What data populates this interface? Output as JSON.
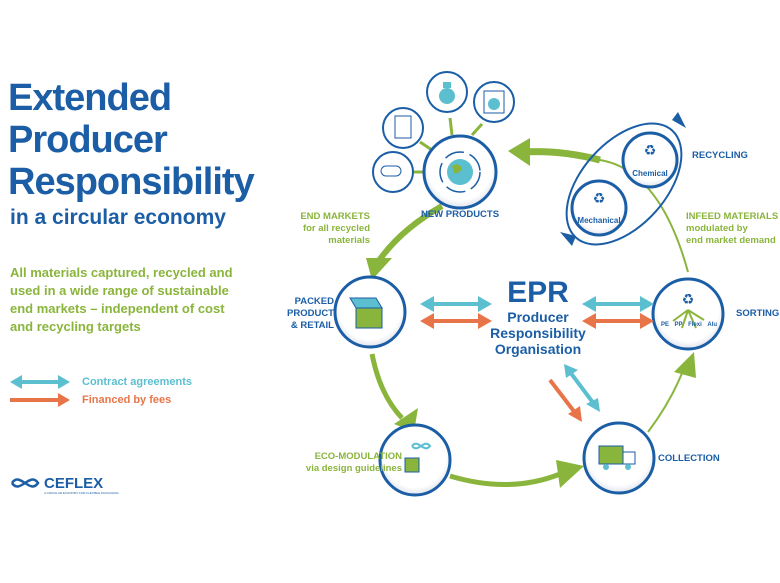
{
  "title": {
    "line1": "Extended",
    "line2": "Producer",
    "line3": "Responsibility",
    "subtitle": "in a circular economy"
  },
  "description": [
    "All materials captured, recycled and",
    "used in a wide range of sustainable",
    "end markets – independent of cost",
    "and recycling targets"
  ],
  "legend": {
    "contract": "Contract agreements",
    "fees": "Financed by fees"
  },
  "logo": {
    "name": "CEFLEX",
    "tagline": "A CIRCULAR ECONOMY FOR FLEXIBLE PACKAGING"
  },
  "center": {
    "acronym": "EPR",
    "line1": "Producer",
    "line2": "Responsibility",
    "line3": "Organisation"
  },
  "nodes": {
    "new_products": "NEW PRODUCTS",
    "recycling": "RECYCLING",
    "chemical": "Chemical",
    "mechanical": "Mechanical",
    "packed": [
      "PACKED",
      "PRODUCT",
      "& RETAIL"
    ],
    "sorting": "SORTING",
    "sorting_materials": [
      "PE",
      "PP",
      "Flexi",
      "Alu"
    ],
    "collection": "COLLECTION",
    "eco": [
      "ECO-MODULATION",
      "via design guidelines"
    ],
    "end_markets": [
      "END MARKETS",
      "for all recycled",
      "materials"
    ],
    "infeed": [
      "INFEED MATERIALS",
      "modulated by",
      "end market demand"
    ]
  },
  "colors": {
    "blue": "#1b5ea6",
    "green": "#8ab53c",
    "cyan": "#5bbfd0",
    "orange": "#e8754a"
  }
}
